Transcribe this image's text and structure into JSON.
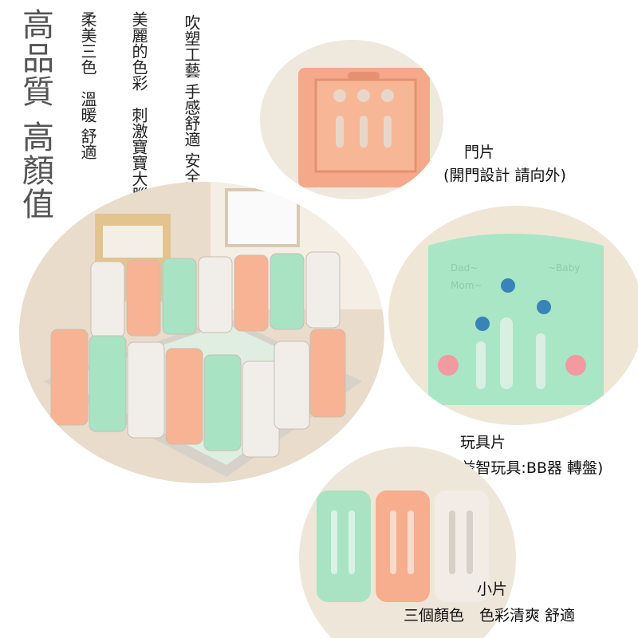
{
  "heading": "高品質 高顏值",
  "features": [
    "柔美三色　溫暖 舒適",
    "美麗的色彩　刺激寶寶大腦發育",
    "吹塑工藝 手感舒適 安全"
  ],
  "door_panel": {
    "title": "門片",
    "subtitle": "(開門設計 請向外)"
  },
  "toy_panel": {
    "title": "玩具片",
    "subtitle": "(益智玩具:BB器 轉盤)",
    "embossed": [
      "Dad~",
      "Mom~",
      "~Baby"
    ]
  },
  "small_panel": {
    "title": "小片",
    "subtitle": "三個顏色　色彩清爽 舒適"
  },
  "colors": {
    "mint": "#a8e3c3",
    "peach": "#f7b393",
    "white": "#f1ede8",
    "floor": "#e8dccb"
  }
}
